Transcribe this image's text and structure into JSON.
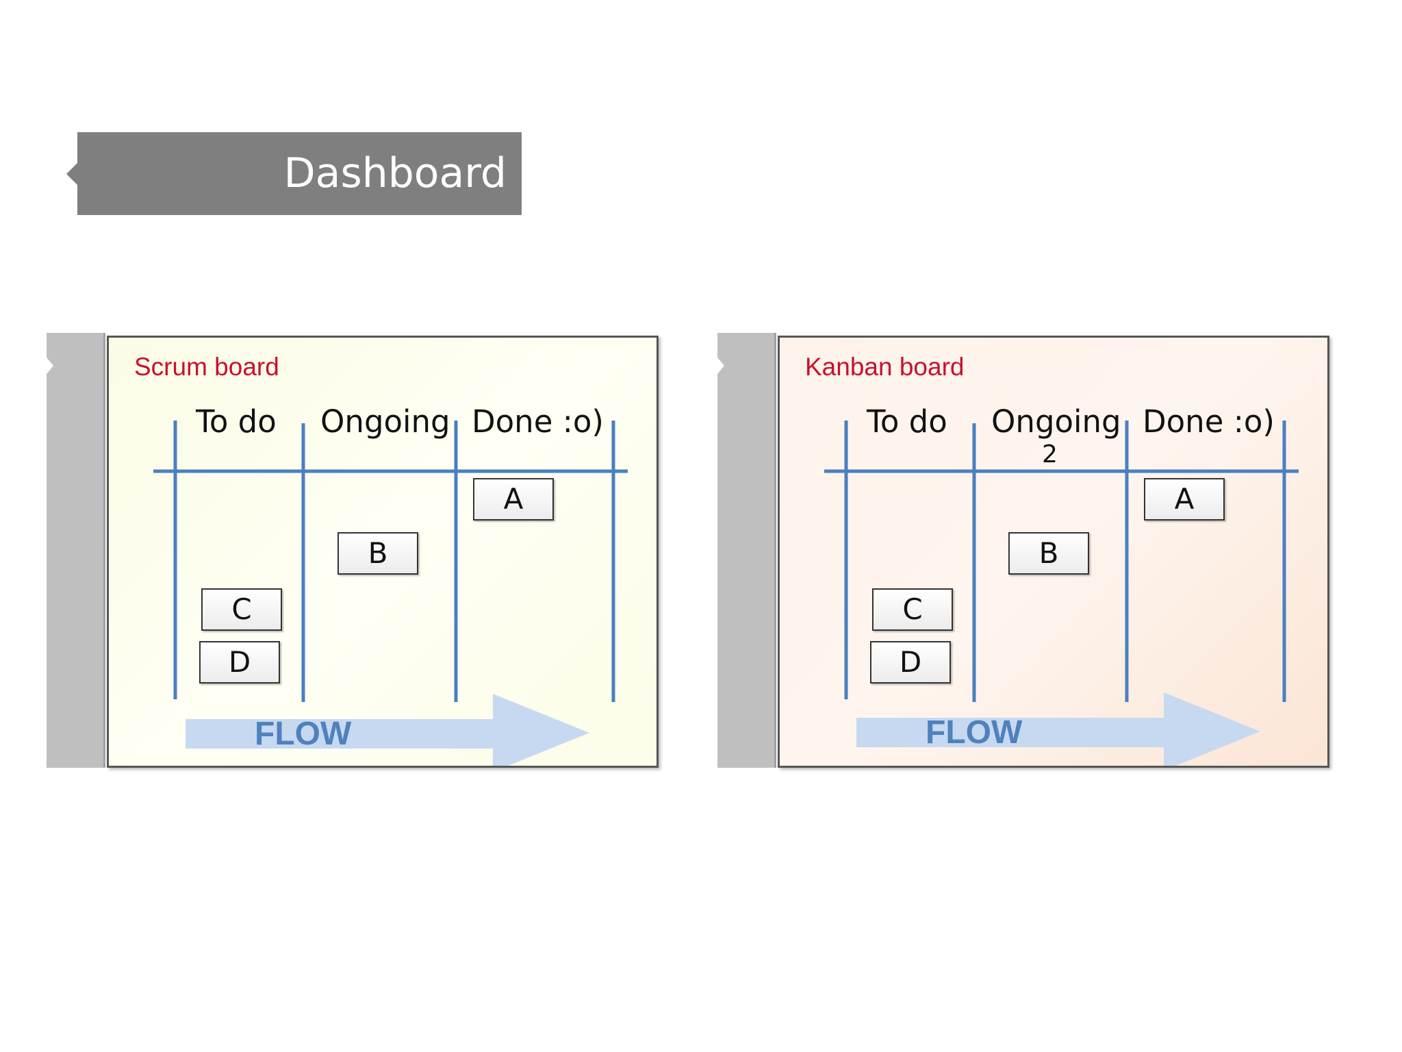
{
  "slide": {
    "title": "Dashboard"
  },
  "boards": [
    {
      "title": "Scrum board",
      "columns": [
        "To do",
        "Ongoing",
        "Done :o)"
      ],
      "wip_limit": "",
      "cards": [
        {
          "label": "A",
          "column": "Done :o)"
        },
        {
          "label": "B",
          "column": "Ongoing"
        },
        {
          "label": "C",
          "column": "To do"
        },
        {
          "label": "D",
          "column": "To do"
        }
      ],
      "flow_label": "FLOW"
    },
    {
      "title": "Kanban board",
      "columns": [
        "To do",
        "Ongoing",
        "Done :o)"
      ],
      "wip_limit": "2",
      "cards": [
        {
          "label": "A",
          "column": "Done :o)"
        },
        {
          "label": "B",
          "column": "Ongoing"
        },
        {
          "label": "C",
          "column": "To do"
        },
        {
          "label": "D",
          "column": "To do"
        }
      ],
      "flow_label": "FLOW"
    }
  ],
  "colors": {
    "line_blue": "#4a7fc1",
    "arrow_blue": "#c6d9f1",
    "title_red": "#c8102e",
    "banner_gray": "#7f7f7f"
  }
}
